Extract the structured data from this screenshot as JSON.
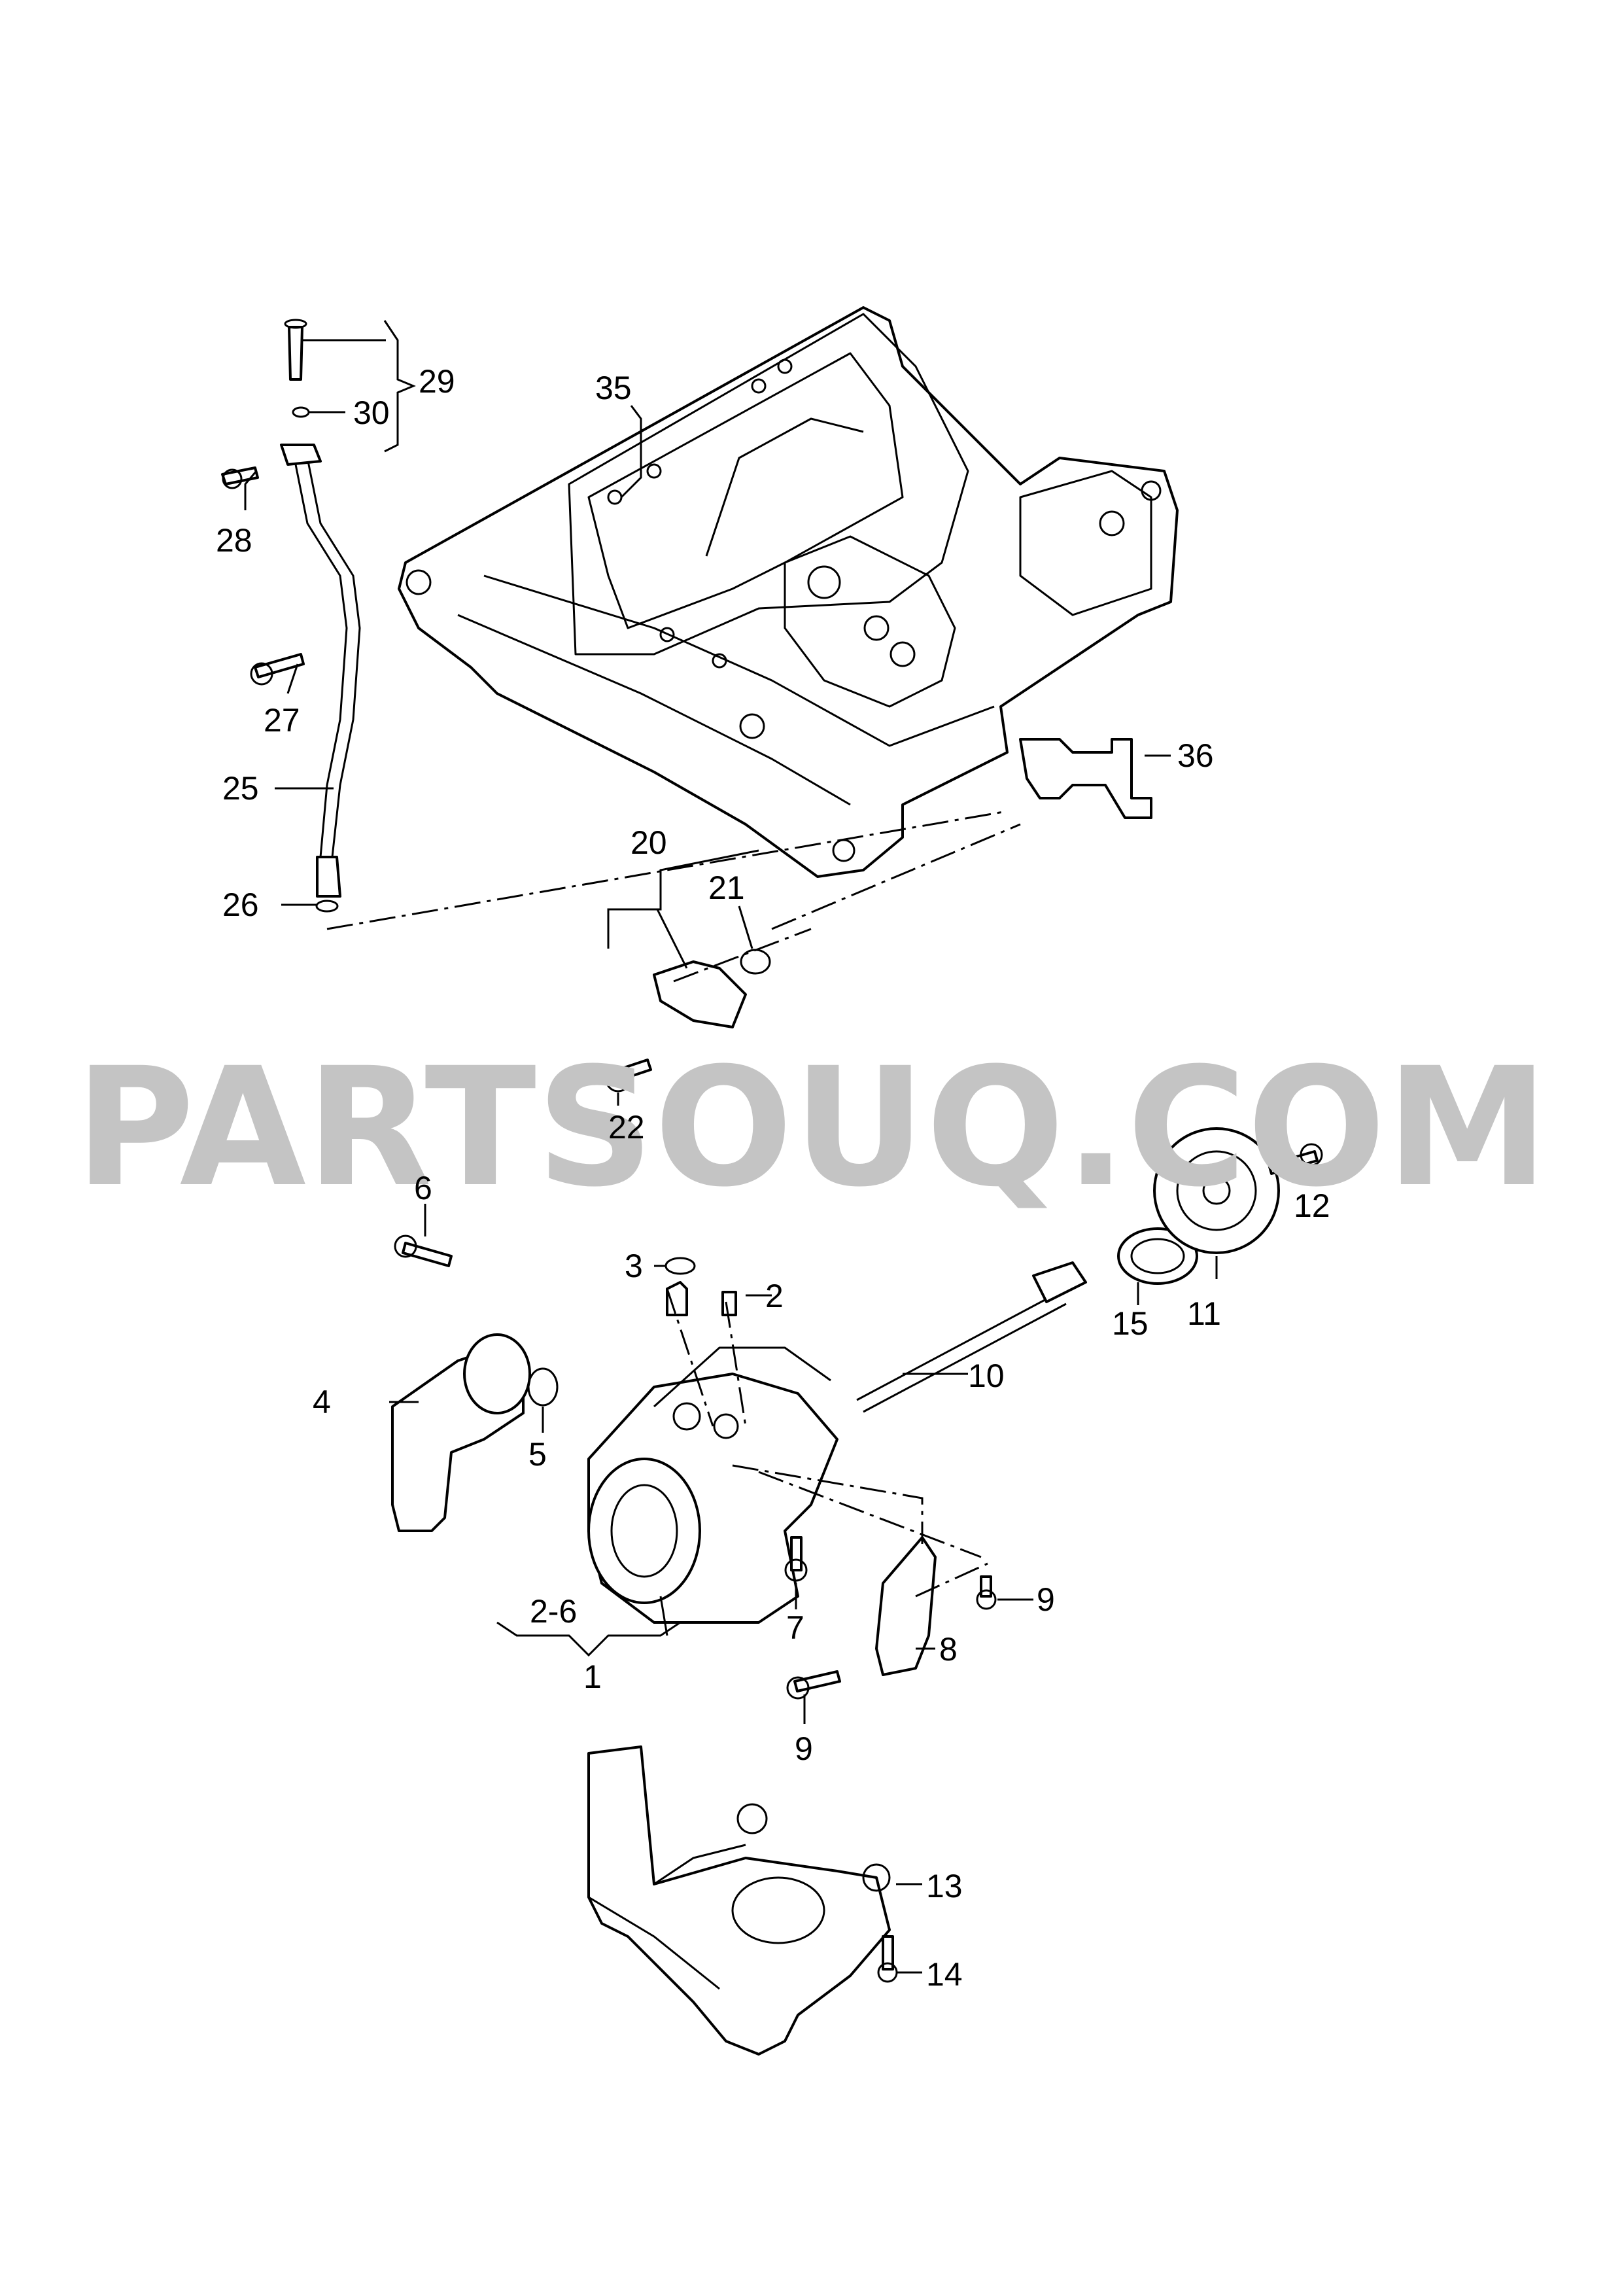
{
  "watermark": "PARTSOUQ.COM",
  "callouts": {
    "c1": "1",
    "c2": "2",
    "c2_6": "2-6",
    "c3": "3",
    "c4": "4",
    "c5": "5",
    "c6": "6",
    "c7": "7",
    "c8": "8",
    "c9a": "9",
    "c9b": "9",
    "c10": "10",
    "c11": "11",
    "c12": "12",
    "c13": "13",
    "c14": "14",
    "c15": "15",
    "c20": "20",
    "c21": "21",
    "c22": "22",
    "c25": "25",
    "c26": "26",
    "c27": "27",
    "c28": "28",
    "c29": "29",
    "c30": "30",
    "c35": "35",
    "c36": "36"
  }
}
